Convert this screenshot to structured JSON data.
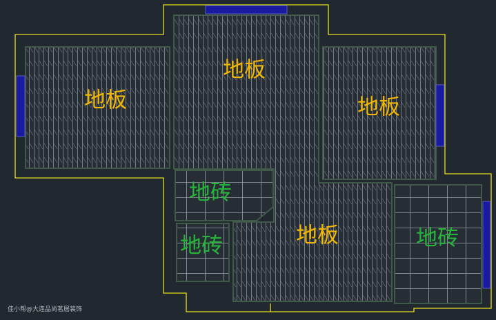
{
  "plan": {
    "rooms": [
      {
        "id": "left-room",
        "label": "地板",
        "material": "wood"
      },
      {
        "id": "top-center-room",
        "label": "地板",
        "material": "wood"
      },
      {
        "id": "right-room",
        "label": "地板",
        "material": "wood"
      },
      {
        "id": "center-bottom-room",
        "label": "地板",
        "material": "wood"
      },
      {
        "id": "tile-room-upper",
        "label": "地砖",
        "material": "tile"
      },
      {
        "id": "tile-room-lower",
        "label": "地砖",
        "material": "tile"
      },
      {
        "id": "tile-room-right",
        "label": "地砖",
        "material": "tile"
      }
    ],
    "colors": {
      "background": "#212830",
      "outline": "#e8e020",
      "window": "#1a1aa0",
      "wall": "#3f5a48",
      "wood_label": "#f2b705",
      "tile_label": "#27b33c"
    }
  },
  "watermark": "佳小帮@大连品尚茗居装饰"
}
